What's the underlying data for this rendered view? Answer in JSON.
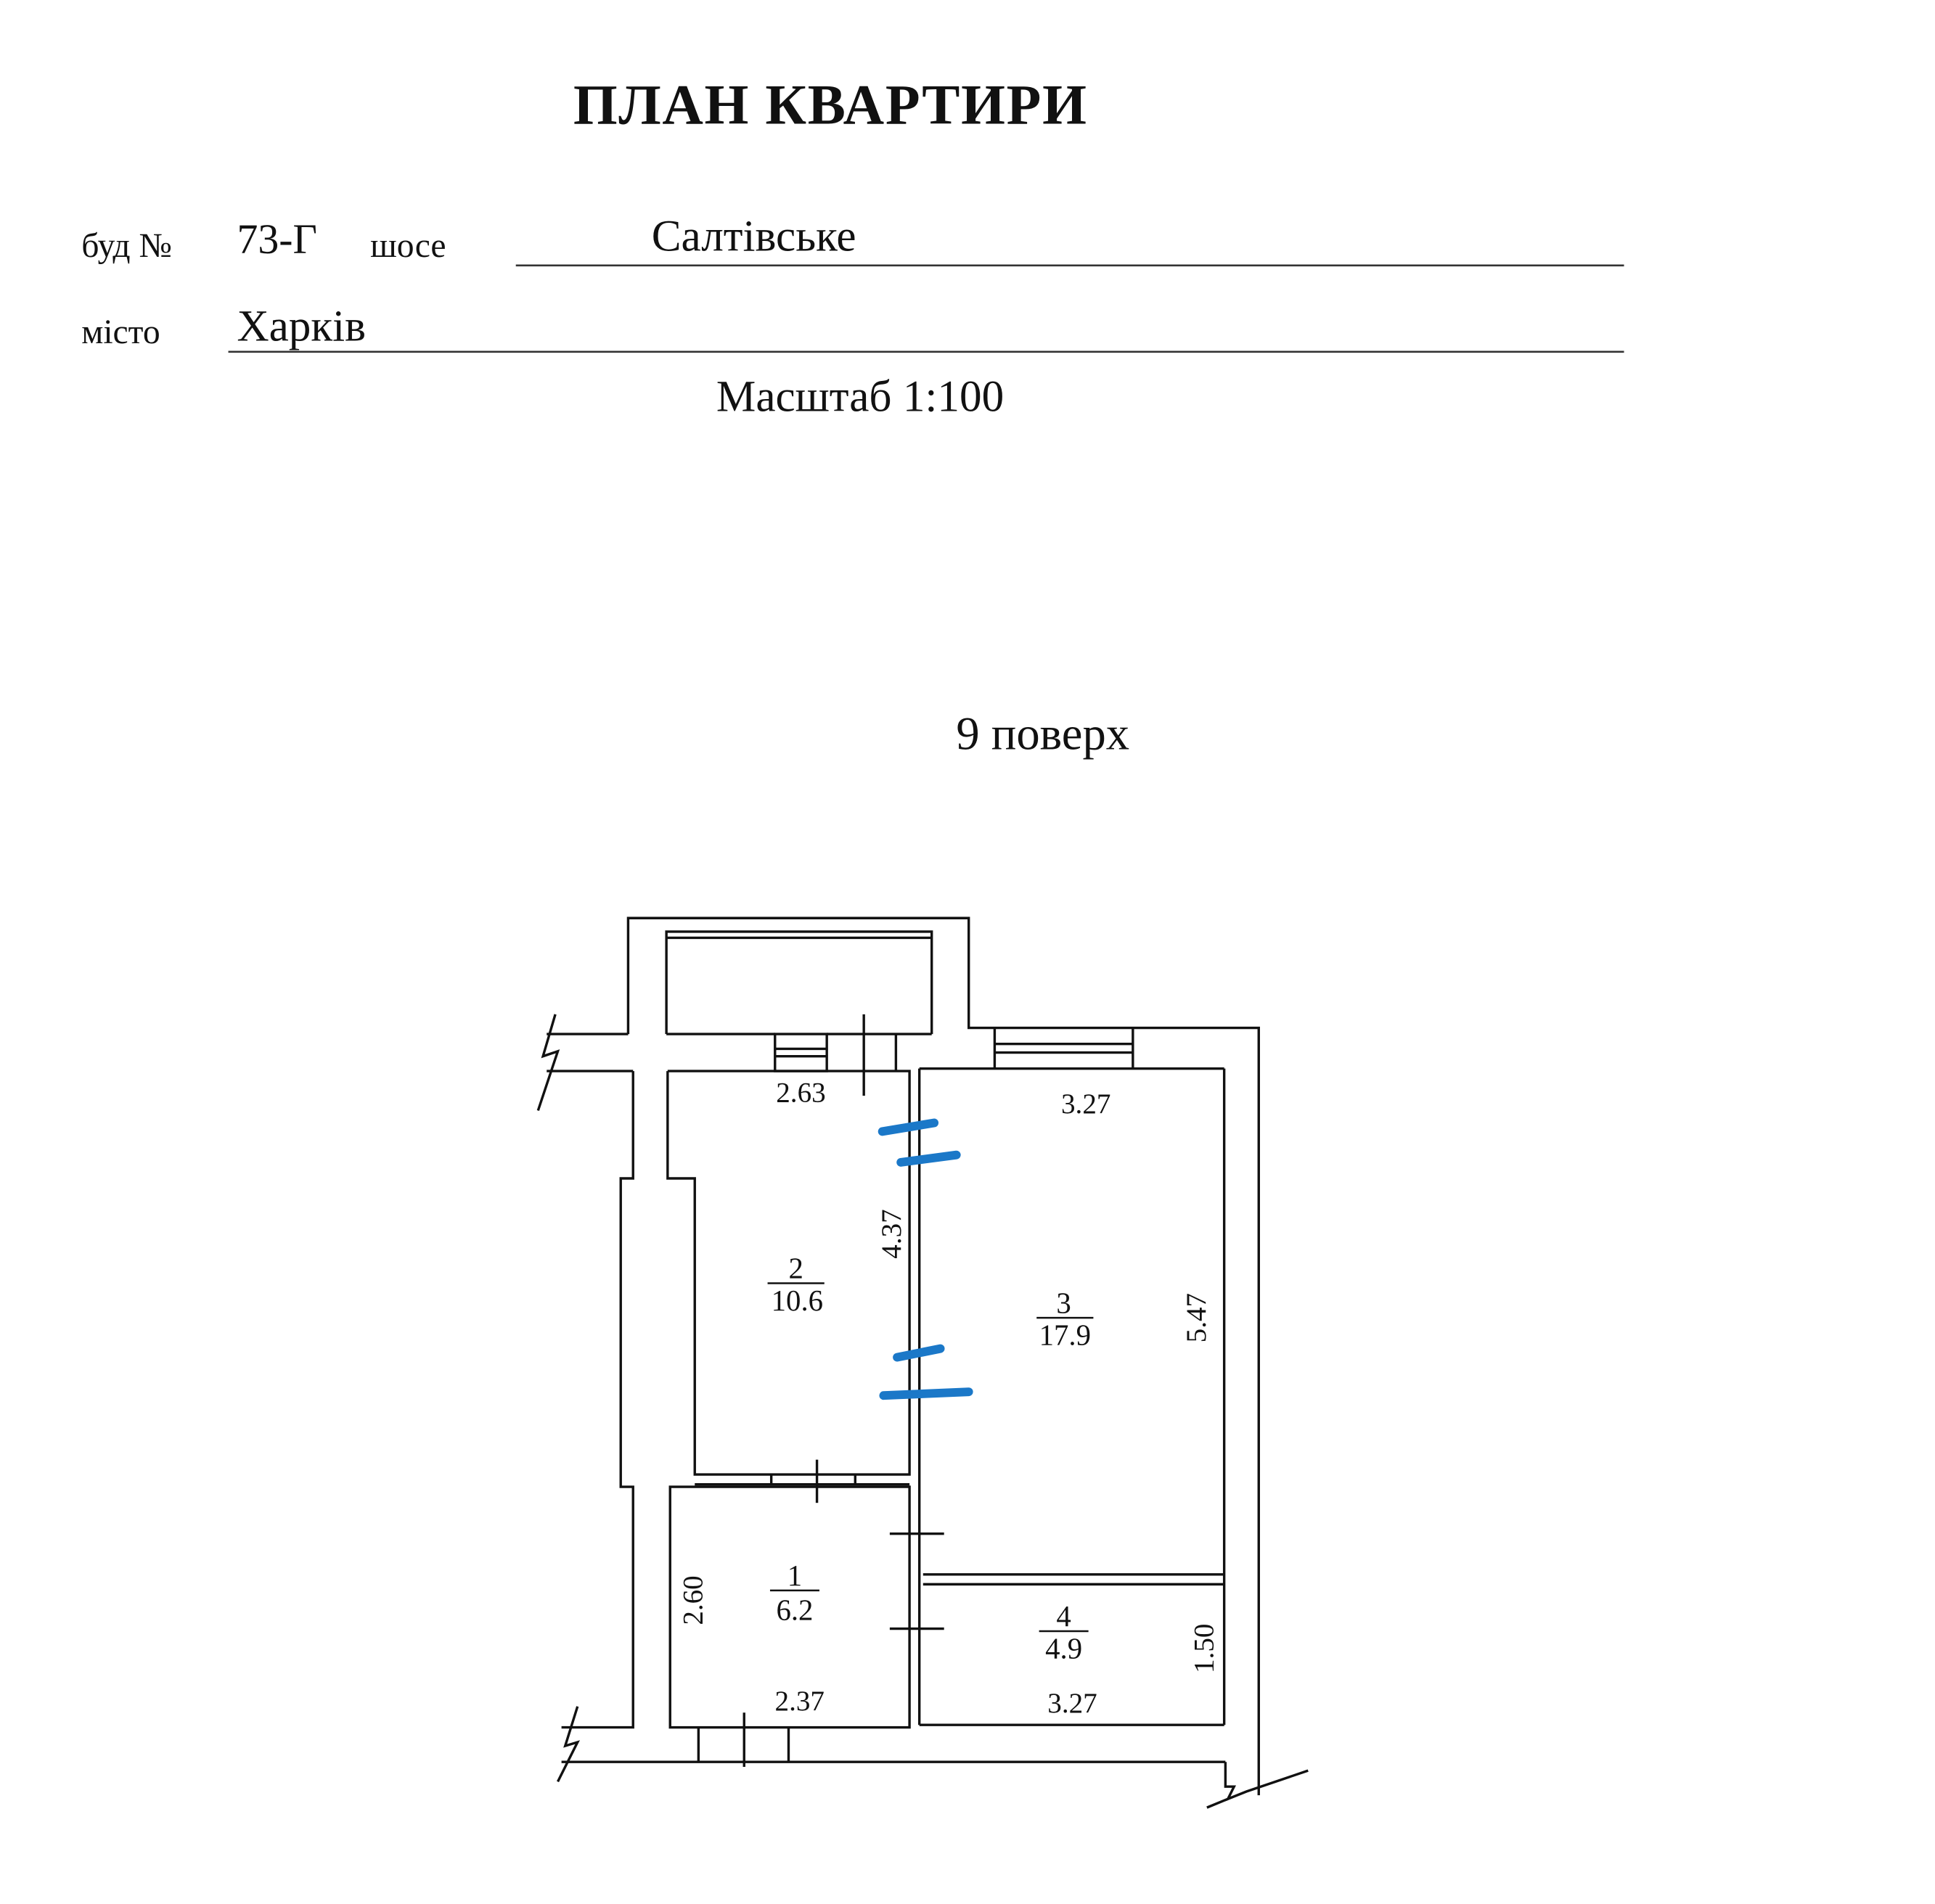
{
  "header": {
    "title": "ПЛАН КВАРТИРИ",
    "building_label": "буд №",
    "building_number": "73-Г",
    "street_type_label": "шосе",
    "street_name": "Салтівське",
    "city_label": "місто",
    "city_name": "Харків",
    "scale": "Масштаб 1:100"
  },
  "floor": "9  поверх",
  "rooms": [
    {
      "number": "1",
      "area": "6.2"
    },
    {
      "number": "2",
      "area": "10.6"
    },
    {
      "number": "3",
      "area": "17.9"
    },
    {
      "number": "4",
      "area": "4.9"
    }
  ],
  "dimensions": {
    "room2_width": "2.63",
    "room2_length": "4.37",
    "room3_width": "3.27",
    "room3_length": "5.47",
    "room1_length": "2.60",
    "room1_width": "2.37",
    "room4_width": "3.27",
    "room4_length": "1.50"
  },
  "colors": {
    "ink": "#111111",
    "marker": "#1b78c8"
  }
}
